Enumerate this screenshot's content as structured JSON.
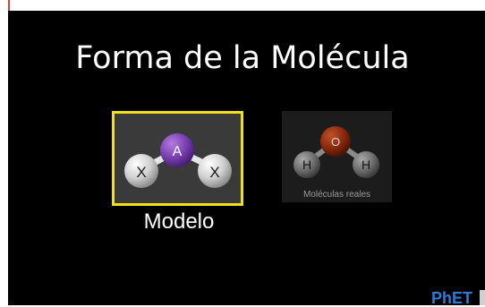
{
  "title": "Forma de la Molécula",
  "screens": [
    {
      "label": "Modelo",
      "selected": true,
      "atoms": {
        "center": "A",
        "left": "X",
        "right": "X"
      }
    },
    {
      "label": "Moléculas reales",
      "selected": false,
      "atoms": {
        "center": "O",
        "left": "H",
        "right": "H"
      }
    }
  ],
  "logo": "PhET",
  "colors": {
    "background": "#000000",
    "selection_border": "#f0e020",
    "atom_a": "#7a3fb0",
    "atom_x": "#d8d8d8",
    "atom_o": "#8a2a0a",
    "atom_h": "#6e6e6e",
    "logo": "#2c7bd6"
  }
}
